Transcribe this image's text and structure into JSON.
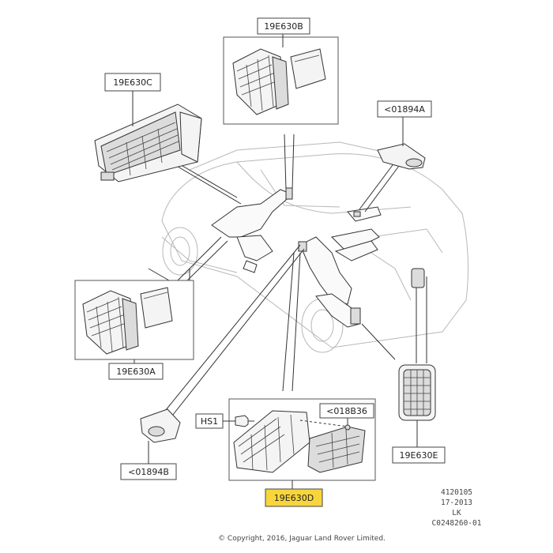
{
  "callouts": {
    "c19e630b": "19E630B",
    "c19e630c": "19E630C",
    "c01894a": "<01894A",
    "c19e630a": "19E630A",
    "chs1": "HS1",
    "c018b36": "<018B36",
    "c01894b": "<01894B",
    "c19e630e": "19E630E",
    "c19e630d": "19E630D"
  },
  "highlight_color": "#f7d53c",
  "meta": {
    "line1": "4120105",
    "line2": "17-2013",
    "line3": "LK",
    "line4": "C0248260-01"
  },
  "copyright": "© Copyright, 2016, Jaguar Land Rover Limited.",
  "icons": [
    "vent-grille-icon",
    "car-outline-icon",
    "duct-icon",
    "fastener-icon"
  ]
}
